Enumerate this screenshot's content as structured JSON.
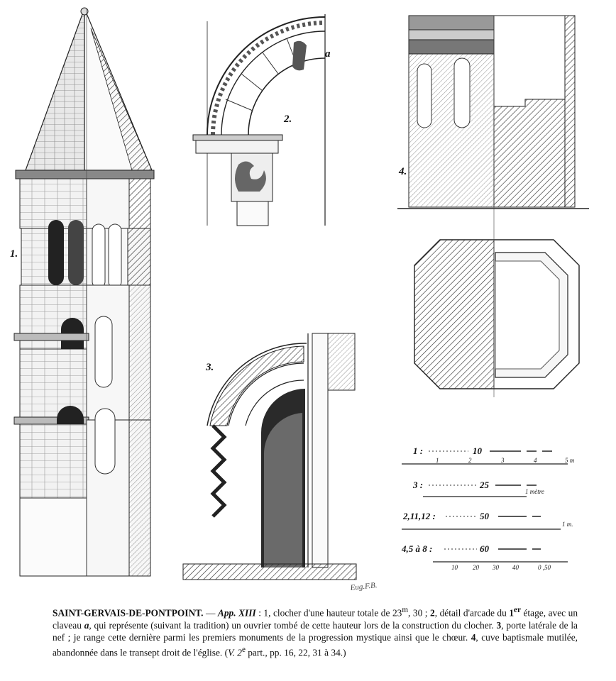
{
  "figure_labels": {
    "f1": "1.",
    "f2": "2.",
    "f2a": "a",
    "f3": "3.",
    "f4": "4."
  },
  "scales": [
    {
      "label": "1 :",
      "value": "10",
      "ticks": [
        "1",
        "2",
        "3",
        "4",
        "5 m"
      ]
    },
    {
      "label": "3 :",
      "value": "25",
      "unit": "1 mètre"
    },
    {
      "label": "2,11,12 :",
      "value": "50",
      "unit": "1 m."
    },
    {
      "label": "4,5 à 8 :",
      "value": "60",
      "ticks": [
        "10",
        "20",
        "30",
        "40",
        "0 ,50"
      ]
    }
  ],
  "signature": "Eug.F.B.",
  "caption": {
    "title": "SAINT-GERVAIS-DE-PONTPOINT.",
    "dash": " — ",
    "app": "App. XIII",
    "part1": " : 1, clocher d'une hauteur totale de 23",
    "sup_m": "m",
    "part2": ", 30 ; ",
    "n2": "2",
    "part3": ", détail d'arcade du ",
    "first": "1",
    "sup_er": "er",
    "part4": " étage, avec un claveau ",
    "a": "a",
    "part5": ", qui représente (suivant la tradition) un ouvrier tombé de cette hauteur lors de la construction du clocher. ",
    "n3": "3",
    "part6": ", porte latérale de la nef ; je range cette dernière parmi les premiers monuments de la progression mystique ainsi que le chœur. ",
    "n4": "4",
    "part7": ", cuve baptismale mutilée, abandonnée dans le transept droit de l'église. (",
    "vref": "V. 2",
    "sup_e": "e",
    "part8": " part., pp. 16, 22, 31 à 34.)"
  }
}
